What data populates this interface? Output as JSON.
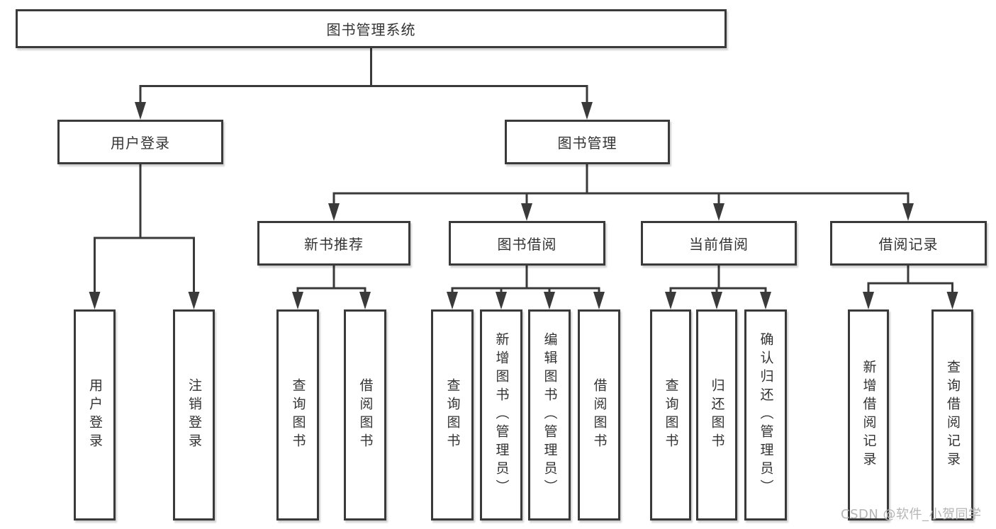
{
  "diagram_title": "图书管理系统",
  "tree": {
    "label": "图书管理系统",
    "children": [
      {
        "label": "用户登录",
        "children": [
          {
            "label": "用户登录"
          },
          {
            "label": "注销登录"
          }
        ]
      },
      {
        "label": "图书管理",
        "children": [
          {
            "label": "新书推荐",
            "children": [
              {
                "label": "查询图书"
              },
              {
                "label": "借阅图书"
              }
            ]
          },
          {
            "label": "图书借阅",
            "children": [
              {
                "label": "查询图书"
              },
              {
                "label": "新增图书（管理员）"
              },
              {
                "label": "编辑图书（管理员）"
              },
              {
                "label": "借阅图书"
              }
            ]
          },
          {
            "label": "当前借阅",
            "children": [
              {
                "label": "查询图书"
              },
              {
                "label": "归还图书"
              },
              {
                "label": "确认归还（管理员）"
              }
            ]
          },
          {
            "label": "借阅记录",
            "children": [
              {
                "label": "新增借阅记录"
              },
              {
                "label": "查询借阅记录"
              }
            ]
          }
        ]
      }
    ]
  },
  "watermark": {
    "text": "CSDN @软件_小贺同学"
  },
  "colors": {
    "line": "#3a3a3a",
    "box_border": "#3a3a3a",
    "text": "#333333",
    "watermark": "#b5b5b5",
    "background": "#ffffff"
  }
}
